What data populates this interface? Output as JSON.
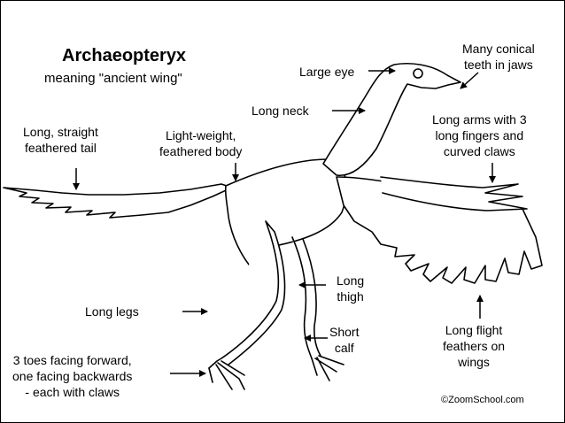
{
  "diagram": {
    "title": "Archaeopteryx",
    "subtitle": "meaning \"ancient wing\"",
    "credit": "©ZoomSchool.com",
    "labels": {
      "teeth": [
        "Many conical",
        "teeth in jaws"
      ],
      "eye": [
        "Large eye"
      ],
      "neck": [
        "Long neck"
      ],
      "arms": [
        "Long arms with 3",
        "long fingers and",
        "curved claws"
      ],
      "tail": [
        "Long, straight",
        "feathered tail"
      ],
      "body": [
        "Light-weight,",
        "feathered body"
      ],
      "thigh": [
        "Long",
        "thigh"
      ],
      "legs": [
        "Long legs"
      ],
      "calf": [
        "Short",
        "calf"
      ],
      "flight": [
        "Long flight",
        "feathers on",
        "wings"
      ],
      "toes": [
        "3 toes facing forward,",
        "one facing backwards",
        "- each with claws"
      ]
    }
  }
}
